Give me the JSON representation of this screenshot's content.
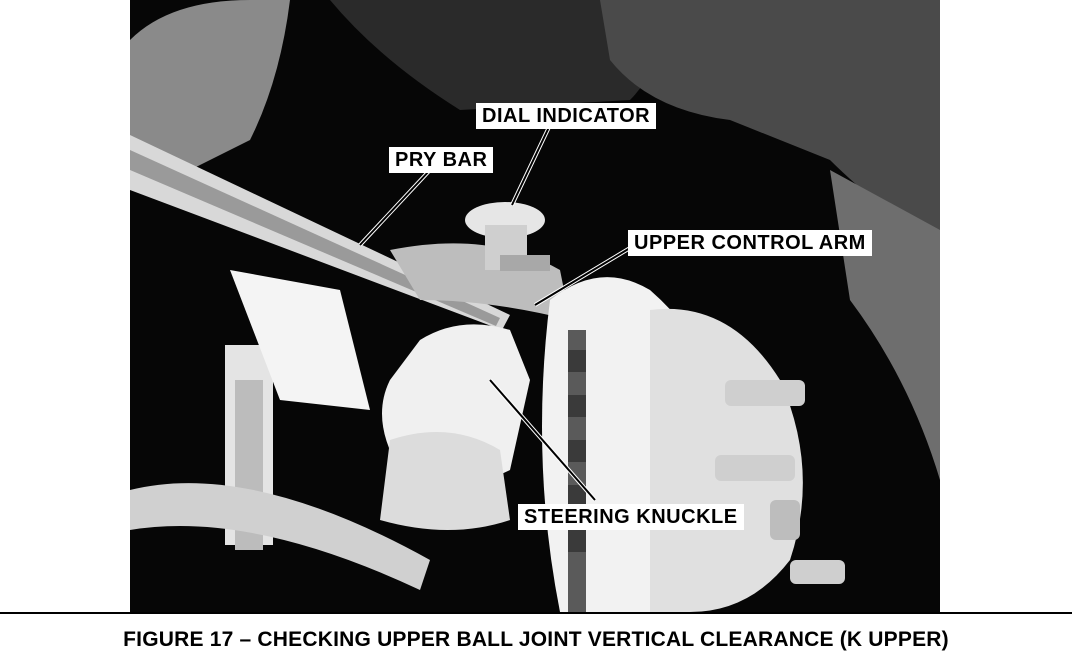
{
  "figure": {
    "caption": "FIGURE 17 – CHECKING UPPER BALL JOINT VERTICAL CLEARANCE (K UPPER)",
    "callouts": {
      "dial_indicator": "DIAL INDICATOR",
      "pry_bar": "PRY BAR",
      "upper_control_arm": "UPPER CONTROL ARM",
      "steering_knuckle": "STEERING KNUCKLE"
    }
  }
}
